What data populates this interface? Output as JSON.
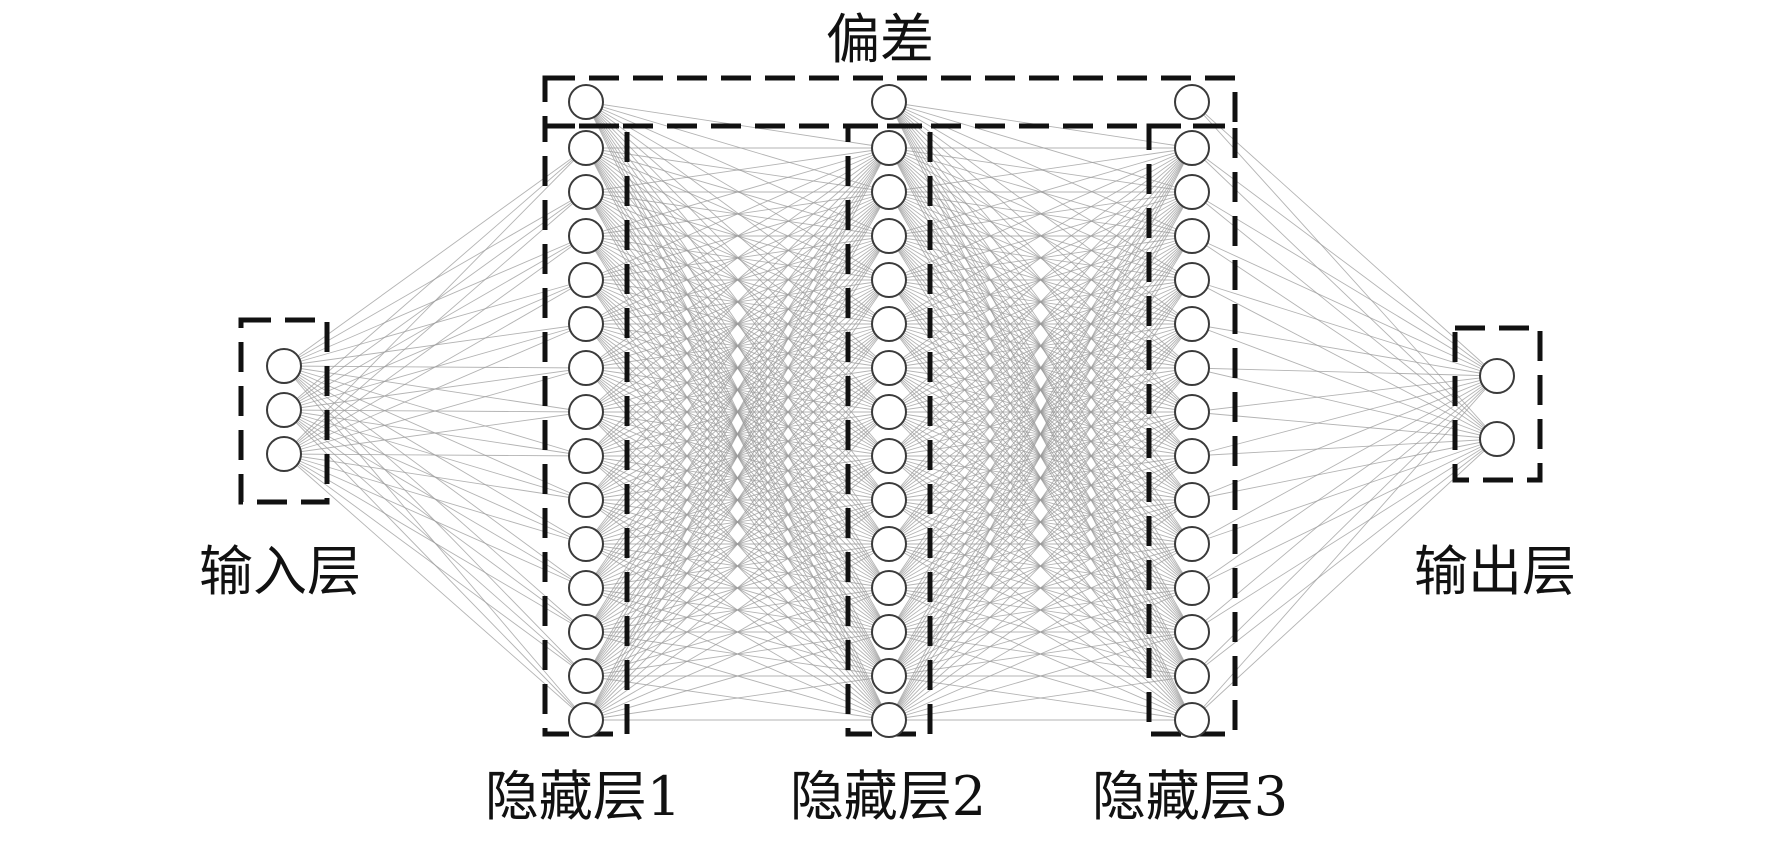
{
  "labels": {
    "input_layer": "输入层",
    "hidden_layer_1": "隐藏层1",
    "hidden_layer_2": "隐藏层2",
    "hidden_layer_3": "隐藏层3",
    "output_layer": "输出层",
    "bias": "偏差"
  },
  "network": {
    "input_nodes": 3,
    "hidden_nodes_per_layer": 14,
    "hidden_layers": 3,
    "bias_nodes": 3,
    "output_nodes": 2
  },
  "colors": {
    "edge": "#9a9a9a",
    "node_stroke": "#3a3a3a",
    "box_stroke": "#111111",
    "text": "#111111"
  }
}
